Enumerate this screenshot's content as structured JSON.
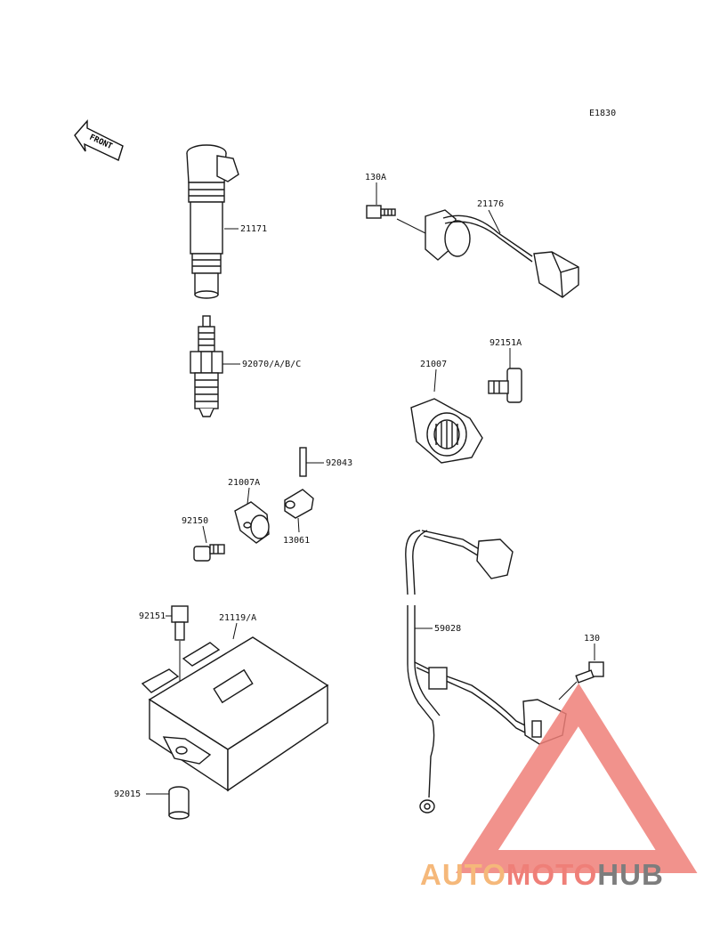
{
  "diagram_code": "E1830",
  "front_label": "FRONT",
  "parts": {
    "ignition_coil": "21171",
    "spark_plug": "92070/A/B/C",
    "bolt_130A": "130A",
    "pickup_coil": "21176",
    "bolt_92151A": "92151A",
    "rotor": "21007",
    "pin": "92043",
    "rotor_21007A": "21007A",
    "collar_13061": "13061",
    "bolt_92150": "92150",
    "bolt_92151": "92151",
    "igniter": "21119/A",
    "collar_92015": "92015",
    "harness": "59028",
    "bolt_130": "130"
  },
  "watermark": {
    "part1": "AUTO",
    "part2": "MOTO",
    "part3": "HUB",
    "color_orange": "#f5b87a",
    "color_red": "#ef7f78",
    "color_gray": "#7d7d7d"
  }
}
